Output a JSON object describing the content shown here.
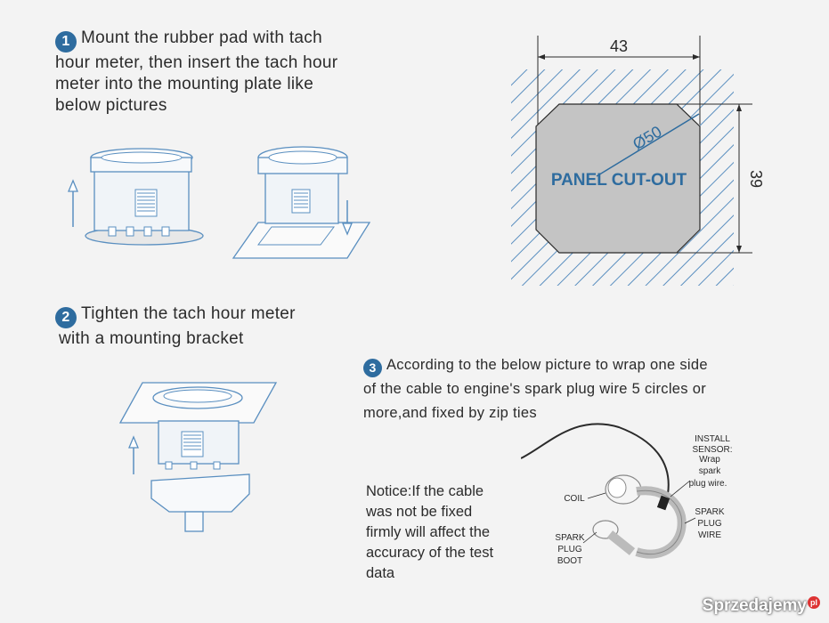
{
  "steps": [
    {
      "number": "1",
      "lines": [
        "Mount the rubber pad with tach",
        "hour meter, then insert the tach hour",
        "meter into the mounting plate like",
        "below pictures"
      ]
    },
    {
      "number": "2",
      "lines": [
        "Tighten the tach hour meter",
        "with a mounting bracket"
      ]
    },
    {
      "number": "3",
      "lines": [
        "According to the below picture to wrap one side",
        "of the cable to engine's spark plug wire 5 circles or",
        "more,and fixed by zip ties"
      ]
    }
  ],
  "cutout": {
    "width_label": "43",
    "height_label": "39",
    "diameter_label": "Ø50",
    "panel_label": "PANEL CUT-OUT",
    "fill_color": "#c4c4c4",
    "text_color": "#2e6c9f"
  },
  "notice": {
    "lines": [
      "Notice:If the cable",
      "was not be fixed",
      "firmly will affect the",
      "accuracy of the test",
      "data"
    ]
  },
  "sensor_labels": {
    "install": [
      "INSTALL",
      "SENSOR:",
      "Wrap",
      "spark",
      "plug wire."
    ],
    "coil": "COIL",
    "spark_plug_wire": [
      "SPARK",
      "PLUG",
      "WIRE"
    ],
    "spark_plug_boot": [
      "SPARK",
      "PLUG",
      "BOOT"
    ]
  },
  "watermark": {
    "text": "Sprzedajemy",
    "badge": "pl"
  },
  "accent_color": "#2e6c9f",
  "icons": [
    "arrow-up-icon",
    "arrow-down-icon"
  ]
}
